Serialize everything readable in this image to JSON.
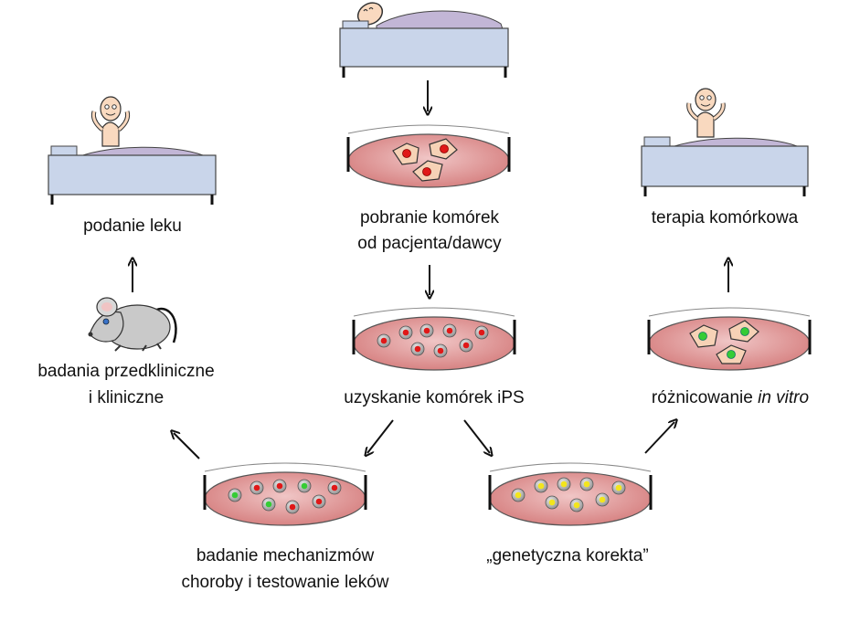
{
  "labels": {
    "podanie_leku": "podanie leku",
    "pobranie_line1": "pobranie komórek",
    "pobranie_line2": "od pacjenta/dawcy",
    "terapia": "terapia komórkowa",
    "badania_line1": "badania przedkliniczne",
    "badania_line2": "i kliniczne",
    "uzyskanie": "uzyskanie komórek iPS",
    "roznicowanie_prefix": "różnicowanie ",
    "roznicowanie_italic": "in vitro",
    "mechanizmy_line1": "badanie mechanizmów",
    "mechanizmy_line2": "choroby i testowanie leków",
    "korekta": "„genetyczna korekta”"
  },
  "colors": {
    "bed": "#c9d5ea",
    "blanket": "#c2b6d6",
    "dish_medium": "#d98383",
    "skin": "#f9d9bf",
    "cell": "#f6d2b6",
    "red_nucleus": "#e01818",
    "green_nucleus": "#35cc35",
    "yellow_nucleus": "#f3e51c",
    "mouse": "#c9c9c9"
  },
  "icons": [
    "bed-icon",
    "patient-icon",
    "petri-dish-icon",
    "cell-icon",
    "ips-colony-icon",
    "mouse-icon",
    "arrow-icon"
  ]
}
